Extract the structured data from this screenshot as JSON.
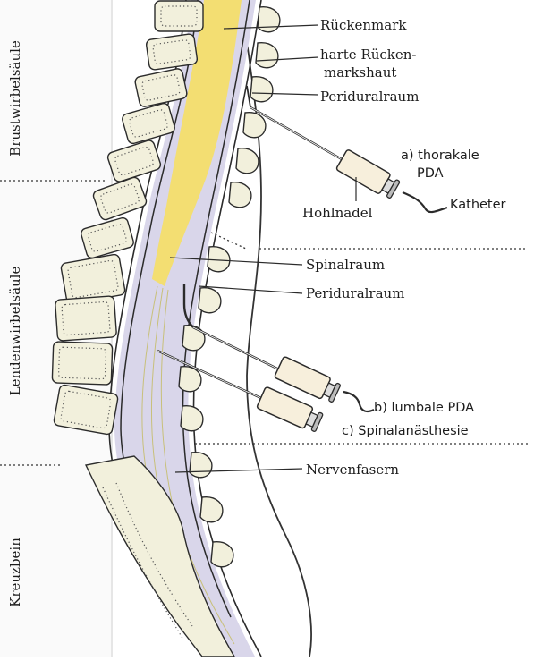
{
  "regions": {
    "thoracic": "Brustwirbelsäule",
    "lumbar": "Lendenwirbelsäule",
    "sacrum": "Kreuzbein"
  },
  "labels": {
    "spinal_cord": "Rückenmark",
    "dura_line1": "harte Rücken-",
    "dura_line2": "markshaut",
    "epidural_space_top": "Periduralraum",
    "thoracic_pda_line1": "a) thorakale",
    "thoracic_pda_line2": "PDA",
    "catheter": "Katheter",
    "needle": "Hohlnadel",
    "spinal_space": "Spinalraum",
    "epidural_space_mid": "Periduralraum",
    "lumbar_pda": "b) lumbale PDA",
    "spinal_anesthesia": "c) Spinalanästhesie",
    "nerve_fibers": "Nervenfasern"
  },
  "colors": {
    "spinal_cord": "#f3de72",
    "canal": "#d9d6ea",
    "bone": "#f2f0dc",
    "ink": "#2b2b2b"
  }
}
